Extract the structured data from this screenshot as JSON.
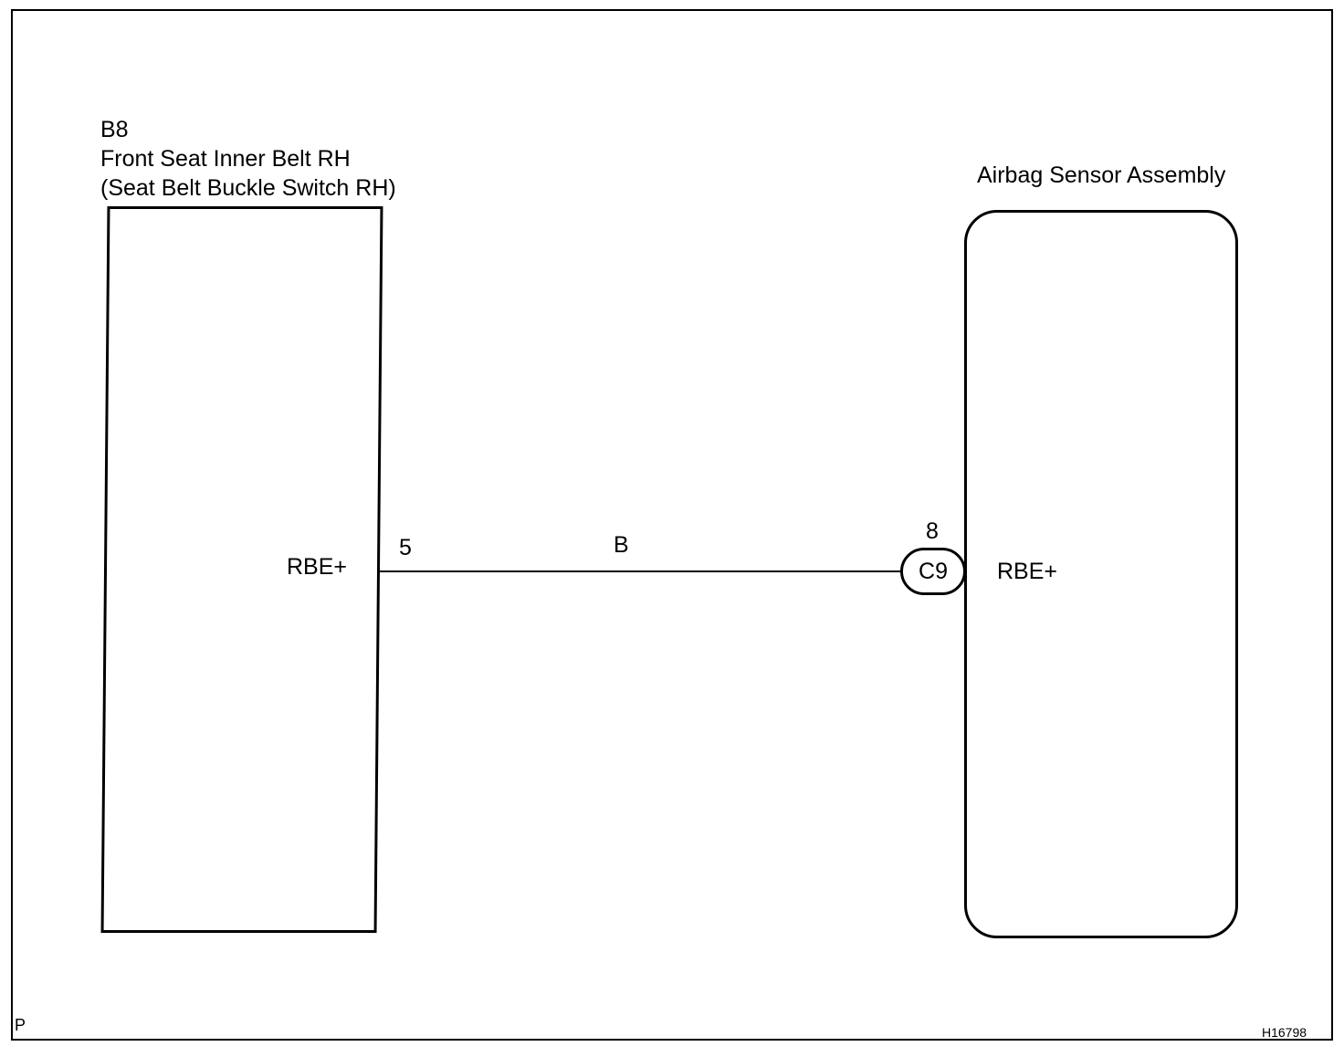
{
  "left_component": {
    "id": "B8",
    "name": "Front Seat Inner Belt RH",
    "subname": "(Seat Belt Buckle Switch RH)",
    "terminal_label": "RBE+",
    "pin": "5"
  },
  "right_component": {
    "name": "Airbag Sensor Assembly",
    "terminal_label": "RBE+",
    "pin": "8",
    "connector": "C9"
  },
  "wire": {
    "color_code": "B"
  },
  "footer": {
    "left_mark": "P",
    "figure_id": "H16798"
  }
}
